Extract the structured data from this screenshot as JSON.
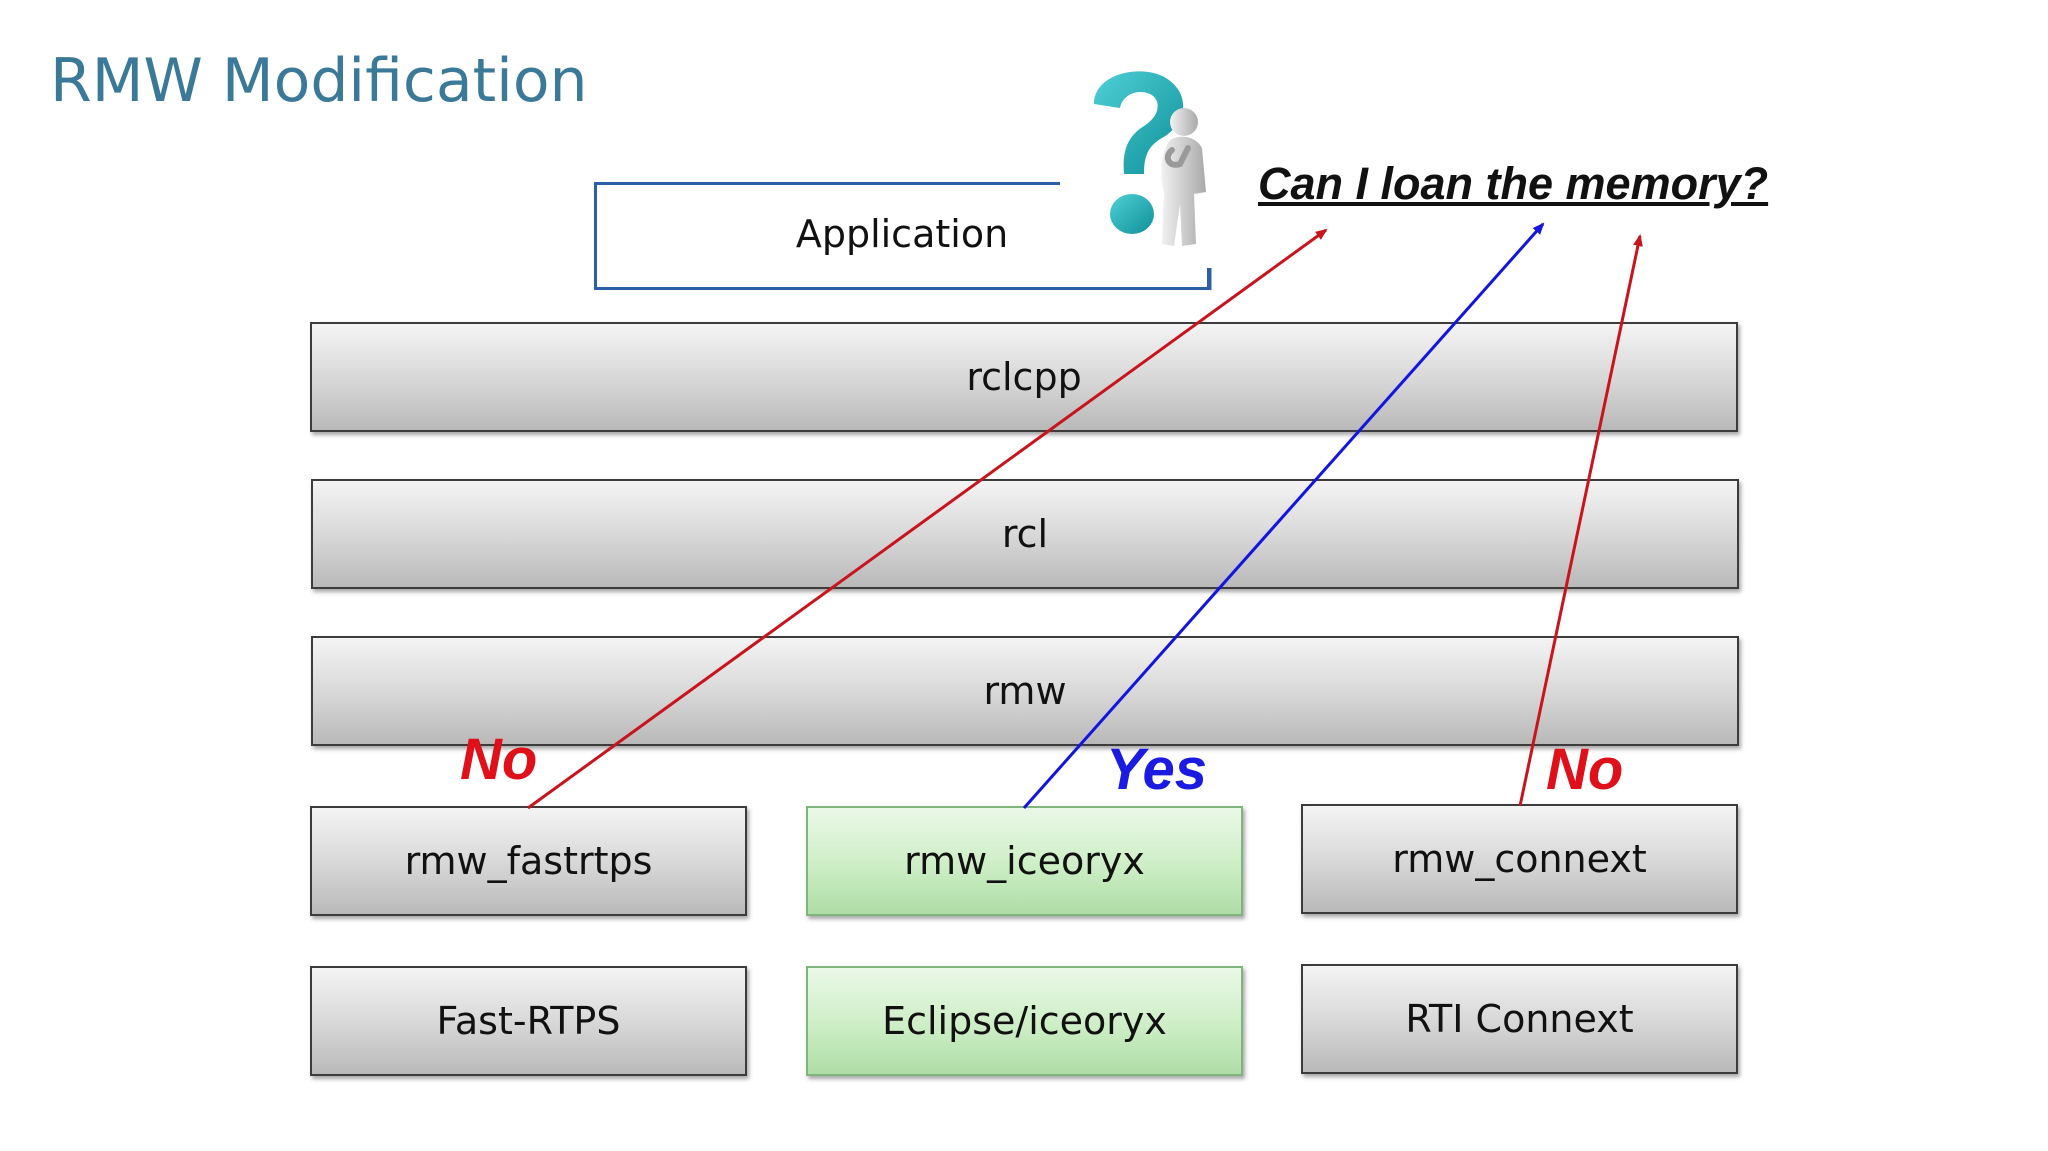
{
  "title": "RMW Modification",
  "application": {
    "label": "Application"
  },
  "question": "Can I loan the memory?",
  "layers": {
    "rclcpp": "rclcpp",
    "rcl": "rcl",
    "rmw": "rmw"
  },
  "implementations": [
    {
      "rmw": "rmw_fastrtps",
      "middleware": "Fast-RTPS",
      "answer": "No",
      "supported": false
    },
    {
      "rmw": "rmw_iceoryx",
      "middleware": "Eclipse/iceoryx",
      "answer": "Yes",
      "supported": true
    },
    {
      "rmw": "rmw_connext",
      "middleware": "RTI Connext",
      "answer": "No",
      "supported": false
    }
  ],
  "colors": {
    "title": "#3a7a98",
    "no_arrow": "#c8141c",
    "yes_arrow": "#1414e0",
    "supported_box": "#cdeec6",
    "application_frame": "#2c5fa8"
  },
  "icons": {
    "thinker": "question-mark-thinker-icon"
  }
}
